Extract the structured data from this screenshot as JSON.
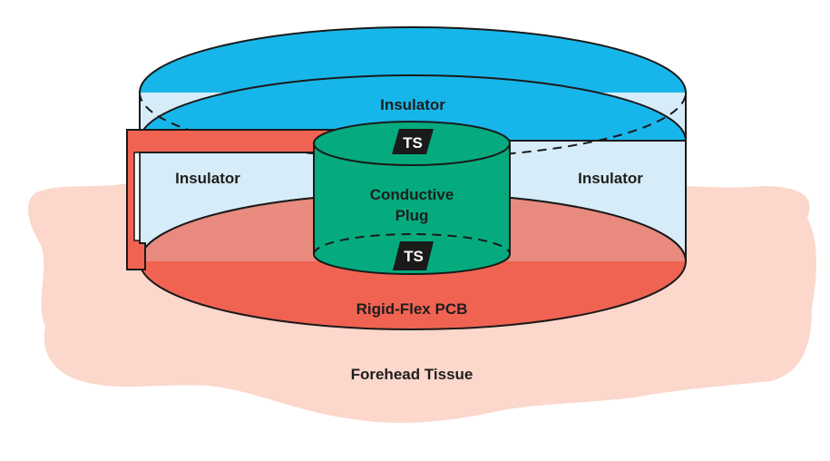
{
  "labels": {
    "insulator_top": "Insulator",
    "insulator_left": "Insulator",
    "insulator_right": "Insulator",
    "plug_line1": "Conductive",
    "plug_line2": "Plug",
    "pcb": "Rigid-Flex PCB",
    "tissue": "Forehead Tissue",
    "ts_top": "TS",
    "ts_bottom": "TS"
  },
  "colors": {
    "tissue": "#fcd7cc",
    "insulator_dark": "#17b6ea",
    "insulator_light": "#d6ecf8",
    "pcb": "#f06352",
    "plug": "#05ab7e",
    "sensor": "#1a1a1a",
    "outline": "#1a1a1a"
  }
}
